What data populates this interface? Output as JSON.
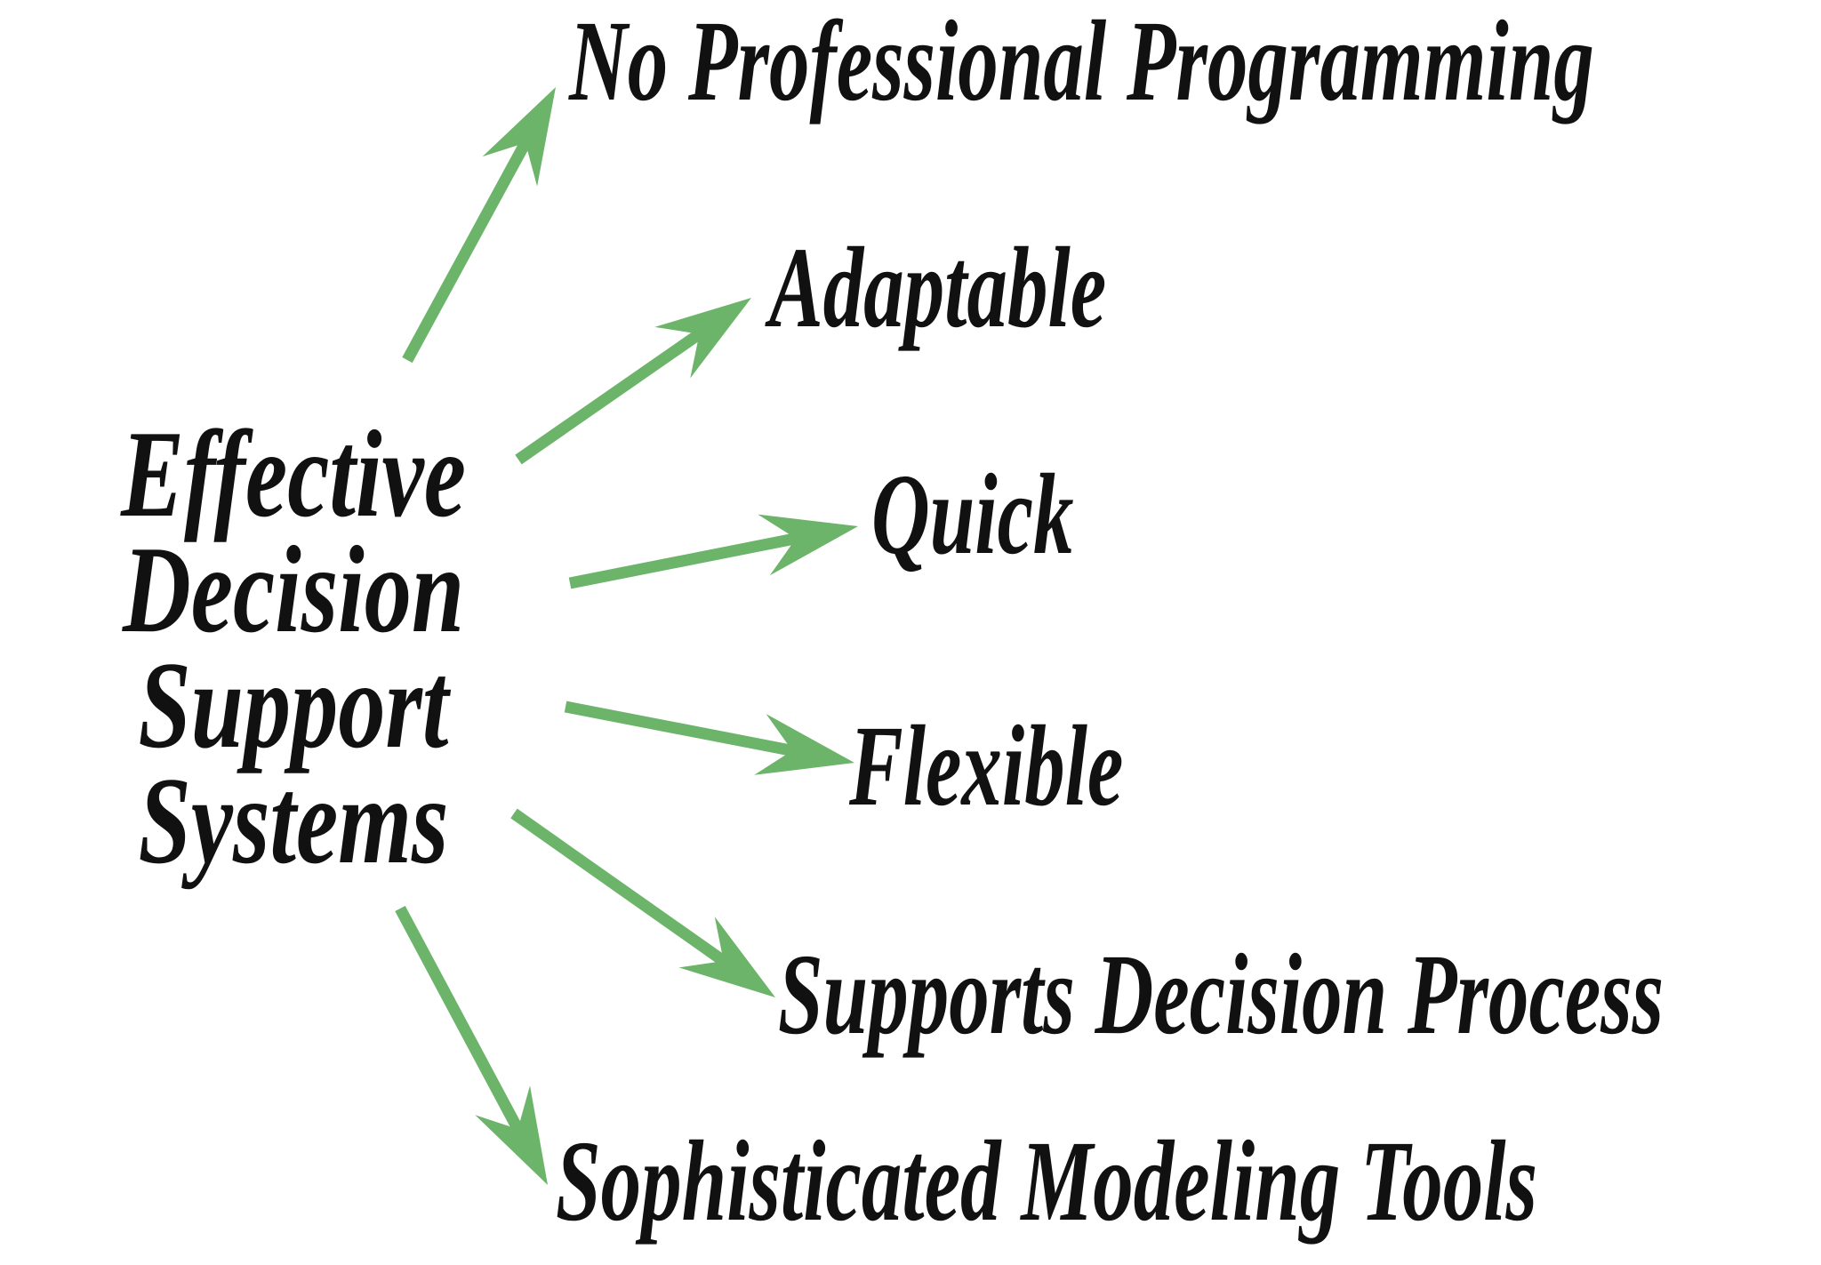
{
  "diagram_title": "Effective Decision Support Systems",
  "colors": {
    "arrow": "#6cb46a",
    "text": "#111111",
    "background": "#ffffff"
  },
  "center": {
    "lines": [
      "Effective",
      "Decision",
      "Support",
      "Systems"
    ]
  },
  "benefits": [
    {
      "label": "No Professional Programming"
    },
    {
      "label": "Adaptable"
    },
    {
      "label": "Quick"
    },
    {
      "label": "Flexible"
    },
    {
      "label": "Supports Decision Process"
    },
    {
      "label": "Sophisticated Modeling Tools"
    }
  ]
}
